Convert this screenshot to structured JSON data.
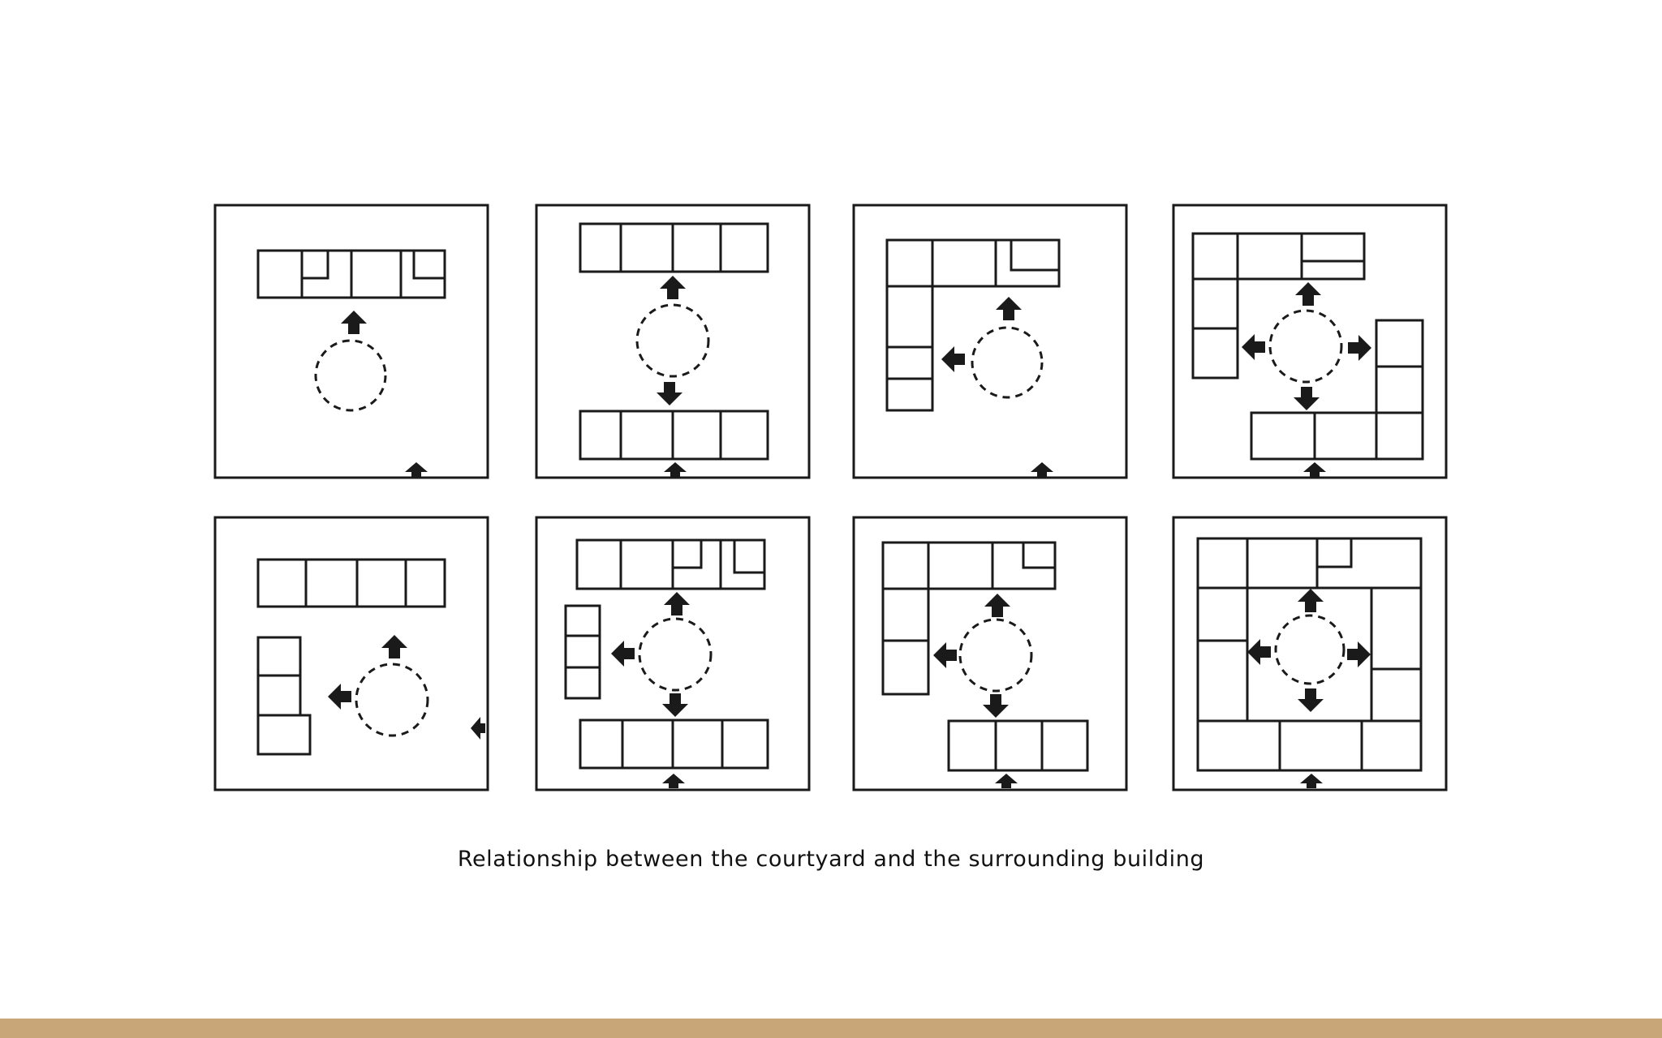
{
  "caption": "Relationship between the courtyard and the surrounding building",
  "colors": {
    "stroke": "#1a1a1a",
    "background": "#ffffff",
    "footer_band": "#c9a678"
  },
  "diagrams": [
    {
      "id": "panel-1",
      "building_layout": "single-wing-north",
      "courtyard_openings": [
        "north"
      ]
    },
    {
      "id": "panel-2",
      "building_layout": "two-wings-north-south",
      "courtyard_openings": [
        "north",
        "south"
      ]
    },
    {
      "id": "panel-3",
      "building_layout": "l-shape-north-west",
      "courtyard_openings": [
        "north",
        "west"
      ]
    },
    {
      "id": "panel-4",
      "building_layout": "four-wings-pinwheel",
      "courtyard_openings": [
        "north",
        "west",
        "east",
        "south"
      ]
    },
    {
      "id": "panel-5",
      "building_layout": "north-wing-and-west-block",
      "courtyard_openings": [
        "north",
        "west"
      ]
    },
    {
      "id": "panel-6",
      "building_layout": "u-shape-north-west-south",
      "courtyard_openings": [
        "north",
        "west",
        "south"
      ]
    },
    {
      "id": "panel-7",
      "building_layout": "l-shape-plus-south-wing",
      "courtyard_openings": [
        "north",
        "west",
        "south"
      ]
    },
    {
      "id": "panel-8",
      "building_layout": "enclosed-courtyard",
      "courtyard_openings": [
        "north",
        "west",
        "east",
        "south"
      ]
    }
  ]
}
